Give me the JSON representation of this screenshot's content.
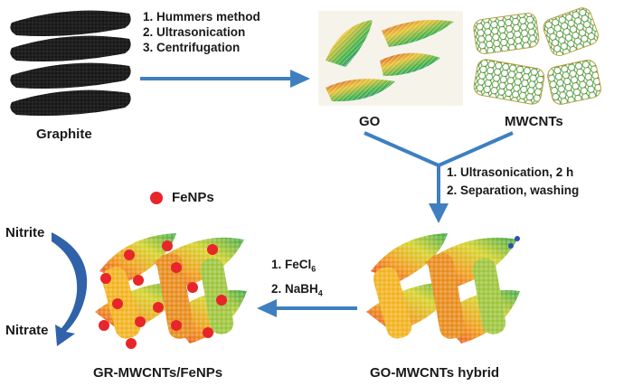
{
  "steps_top": [
    "1. Hummers method",
    "2. Ultrasonication",
    "3. Centrifugation"
  ],
  "steps_mid": [
    "1. Ultrasonication, 2 h",
    "2. Separation, washing"
  ],
  "steps_left": {
    "reagent1_prefix": "1. FeCl",
    "reagent1_sub": "6",
    "reagent2_prefix": "2. NaBH",
    "reagent2_sub": "4"
  },
  "labels": {
    "graphite": "Graphite",
    "go": "GO",
    "mwcnts": "MWCNTs",
    "hybrid": "GO-MWCNTs hybrid",
    "product": "GR-MWCNTs/FeNPs",
    "fenps": "FeNPs",
    "nitrite": "Nitrite",
    "nitrate": "Nitrate"
  },
  "colors": {
    "arrow": "#3f7fc0",
    "curve_arrow": "#2f62a8",
    "fe_dot": "#e8252a",
    "graphite": "#1d1d1d"
  },
  "icons": [
    "graphite-stack-icon",
    "go-sheets-icon",
    "mwcnt-tubes-icon",
    "hybrid-structure-icon",
    "fenp-dot-icon"
  ]
}
